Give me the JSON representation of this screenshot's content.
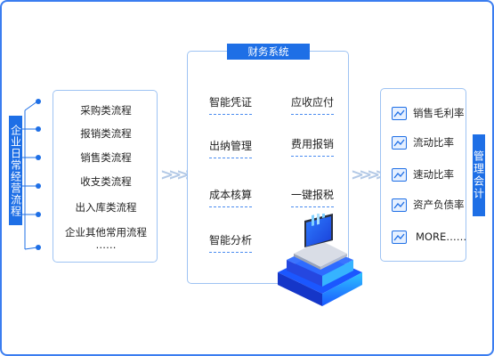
{
  "left_label": "企业日常经营流程",
  "left_items": [
    "采购类流程",
    "报销类流程",
    "销售类流程",
    "收支类流程",
    "出入库类流程",
    "企业其他常用流程",
    "……"
  ],
  "mid_title": "财务系统",
  "mid_items": [
    "智能凭证",
    "应收应付",
    "出纳管理",
    "费用报销",
    "成本核算",
    "一键报税",
    "智能分析"
  ],
  "right_items": [
    "销售毛利率",
    "流动比率",
    "速动比率",
    "资产负债率",
    "MORE……"
  ],
  "right_label": "管理会计",
  "colors": {
    "accent": "#1e6fe6",
    "border": "#9ec3f3",
    "frame": "#3a7df0"
  }
}
